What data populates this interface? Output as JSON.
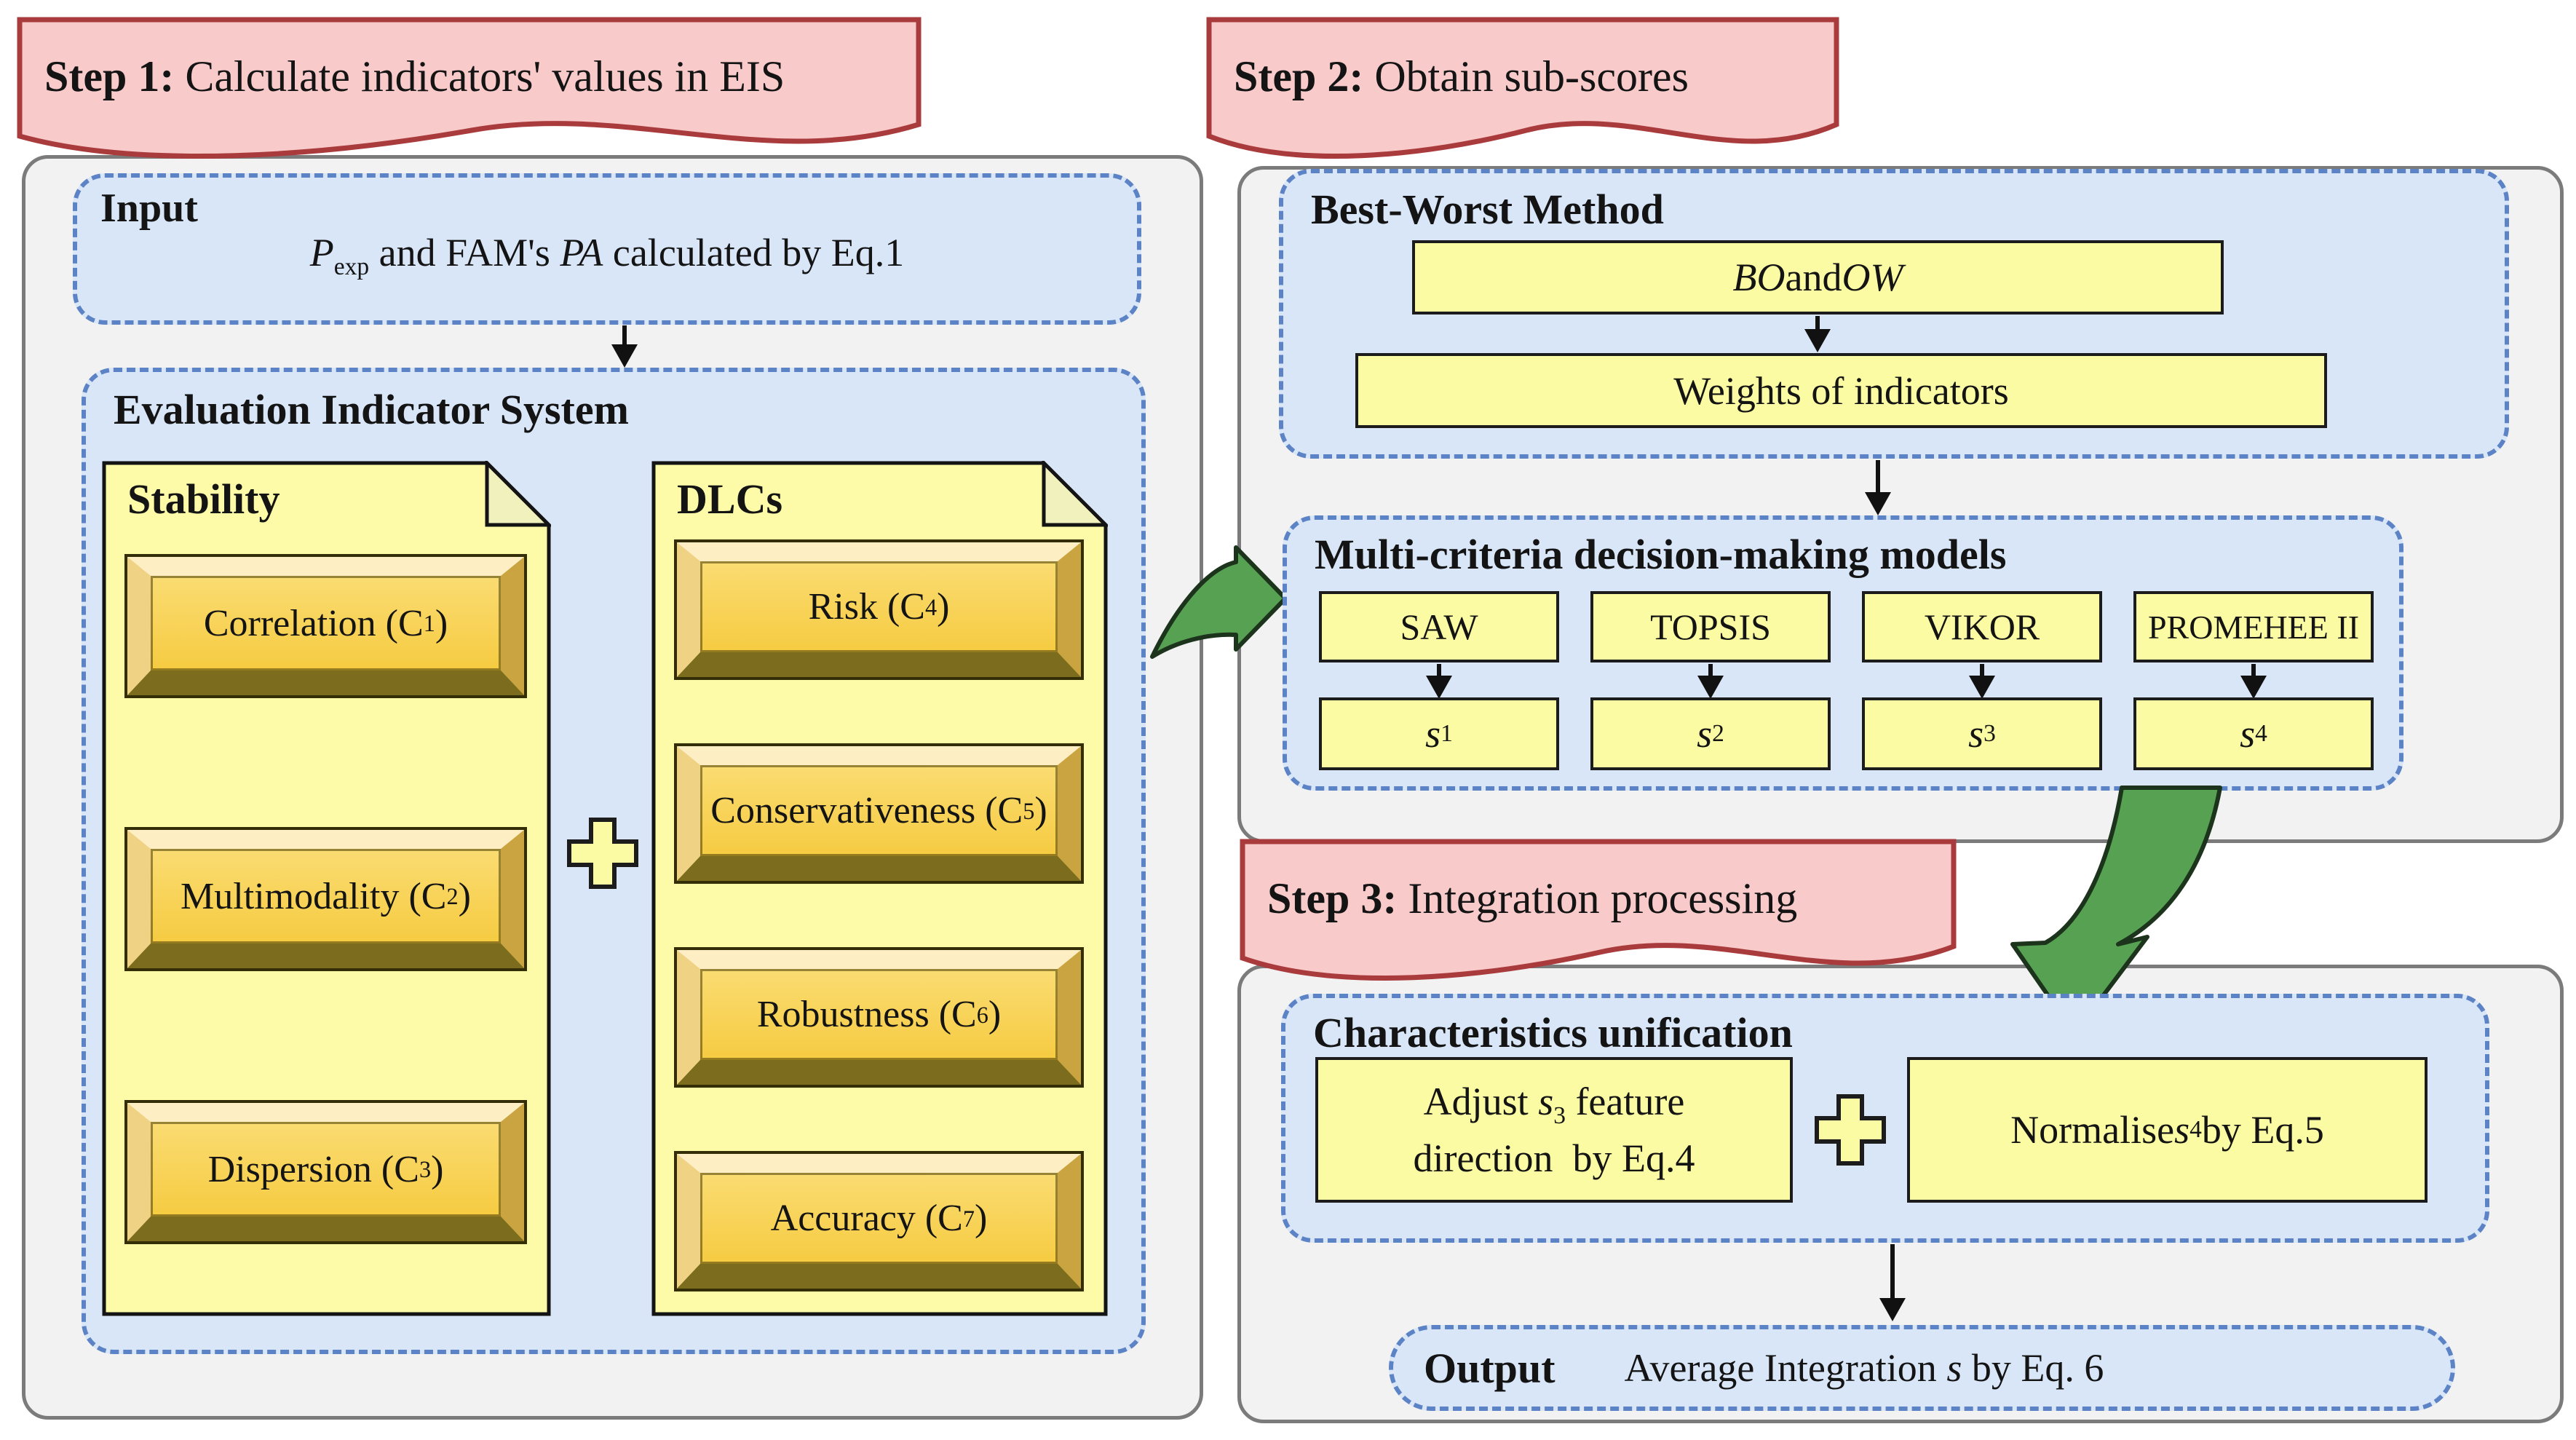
{
  "colors": {
    "panel_bg": "#f2f2f2",
    "panel_border": "#7b7b7b",
    "banner_bg": "#f8caca",
    "banner_border": "#aa3b3d",
    "blue_box_bg": "#d9e6f8",
    "blue_box_border": "#5b83c5",
    "yellow_bar": "#fbfba3",
    "note_bg": "#fdfba8",
    "note_fold": "#f1f1bd",
    "button_face": "#f8d155",
    "button_shadow": "#7c6d1e",
    "green_arrow": "#57a153",
    "text": "#141414"
  },
  "step1": {
    "banner": [
      {
        "t": "Step 1:",
        "b": true
      },
      {
        "t": " Calculate indicators' values in EIS"
      }
    ],
    "input": {
      "label": "Input",
      "formula": [
        {
          "t": "P",
          "i": true
        },
        {
          "t": "exp",
          "sub": true
        },
        {
          "t": " and FAM's "
        },
        {
          "t": "PA",
          "i": true
        },
        {
          "t": " calculated by Eq.1"
        }
      ]
    },
    "eis": {
      "title": "Evaluation Indicator System",
      "stability": {
        "title": "Stability",
        "items": [
          [
            {
              "t": "Correlation (C"
            },
            {
              "t": "1",
              "sub": true
            },
            {
              "t": ")"
            }
          ],
          [
            {
              "t": "Multimodality (C"
            },
            {
              "t": "2",
              "sub": true
            },
            {
              "t": ")"
            }
          ],
          [
            {
              "t": "Dispersion (C"
            },
            {
              "t": "3",
              "sub": true
            },
            {
              "t": ")"
            }
          ]
        ]
      },
      "dlcs": {
        "title": "DLCs",
        "items": [
          [
            {
              "t": "Risk (C"
            },
            {
              "t": "4",
              "sub": true
            },
            {
              "t": ")"
            }
          ],
          [
            {
              "t": "Conservativeness (C"
            },
            {
              "t": "5",
              "sub": true
            },
            {
              "t": ")"
            }
          ],
          [
            {
              "t": "Robustness (C"
            },
            {
              "t": "6",
              "sub": true
            },
            {
              "t": ")"
            }
          ],
          [
            {
              "t": "Accuracy (C"
            },
            {
              "t": "7",
              "sub": true
            },
            {
              "t": ")"
            }
          ]
        ]
      }
    }
  },
  "step2": {
    "banner": [
      {
        "t": "Step 2:",
        "b": true
      },
      {
        "t": " Obtain sub-scores"
      }
    ],
    "bwm": {
      "title": "Best-Worst Method",
      "bo_ow": [
        {
          "t": "BO",
          "i": true
        },
        {
          "t": " and "
        },
        {
          "t": "OW",
          "i": true
        }
      ],
      "weights": "Weights of indicators"
    },
    "mcdm": {
      "title": "Multi-criteria decision-making models",
      "models": [
        "SAW",
        "TOPSIS",
        "VIKOR",
        "PROMEHEE II"
      ],
      "scores": [
        [
          {
            "t": "s",
            "i": true
          },
          {
            "t": "1",
            "sub": true
          }
        ],
        [
          {
            "t": "s",
            "i": true
          },
          {
            "t": "2",
            "sub": true
          }
        ],
        [
          {
            "t": "s",
            "i": true
          },
          {
            "t": "3",
            "sub": true
          }
        ],
        [
          {
            "t": "s",
            "i": true
          },
          {
            "t": "4",
            "sub": true
          }
        ]
      ]
    }
  },
  "step3": {
    "banner": [
      {
        "t": "Step 3:",
        "b": true
      },
      {
        "t": " Integration processing"
      }
    ],
    "cu": {
      "title": "Characteristics unification",
      "adjust_line1": [
        {
          "t": "Adjust "
        },
        {
          "t": "s",
          "i": true
        },
        {
          "t": "3",
          "sub": true
        },
        {
          "t": " feature"
        }
      ],
      "adjust_line2": [
        {
          "t": "direction  by Eq.4"
        }
      ],
      "normalise": [
        {
          "t": "Normalise "
        },
        {
          "t": "s",
          "i": true
        },
        {
          "t": "4",
          "sub": true
        },
        {
          "t": " by Eq.5"
        }
      ]
    },
    "output": {
      "label": "Output",
      "formula": [
        {
          "t": "Average Integration "
        },
        {
          "t": "s",
          "i": true
        },
        {
          "t": " by Eq. 6"
        }
      ]
    }
  }
}
